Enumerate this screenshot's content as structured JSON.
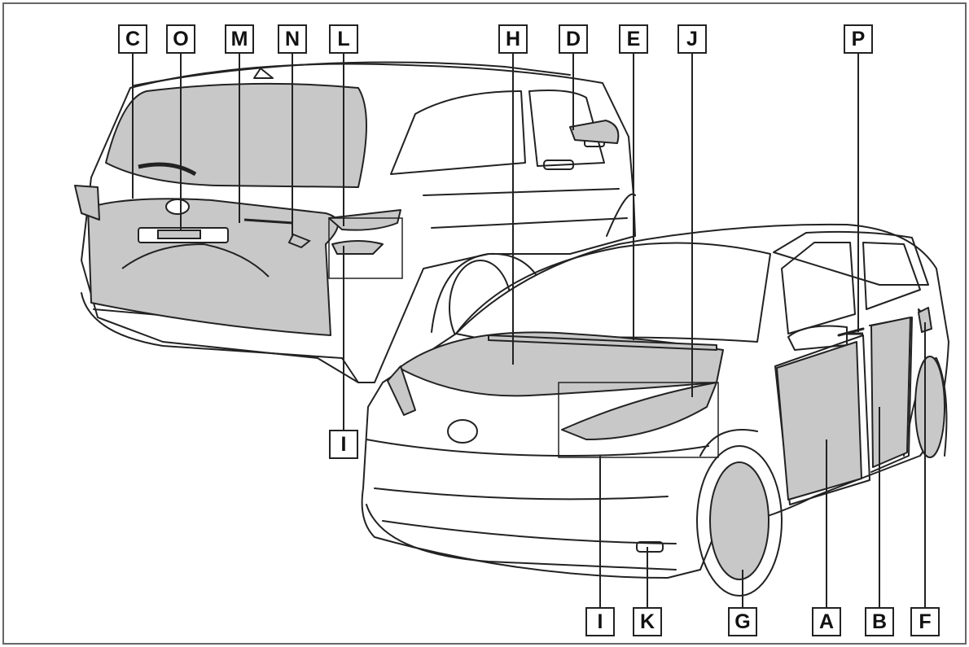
{
  "diagram": {
    "colors": {
      "line": "#222222",
      "highlight": "#c8c8c8",
      "background": "#ffffff",
      "frame": "#666666"
    },
    "callouts": {
      "c": "C",
      "o": "O",
      "m": "M",
      "n": "N",
      "l": "L",
      "h": "H",
      "d": "D",
      "e": "E",
      "j": "J",
      "p": "P",
      "i_rear": "I",
      "i_front": "I",
      "k": "K",
      "g": "G",
      "a": "A",
      "b": "B",
      "f": "F"
    }
  }
}
